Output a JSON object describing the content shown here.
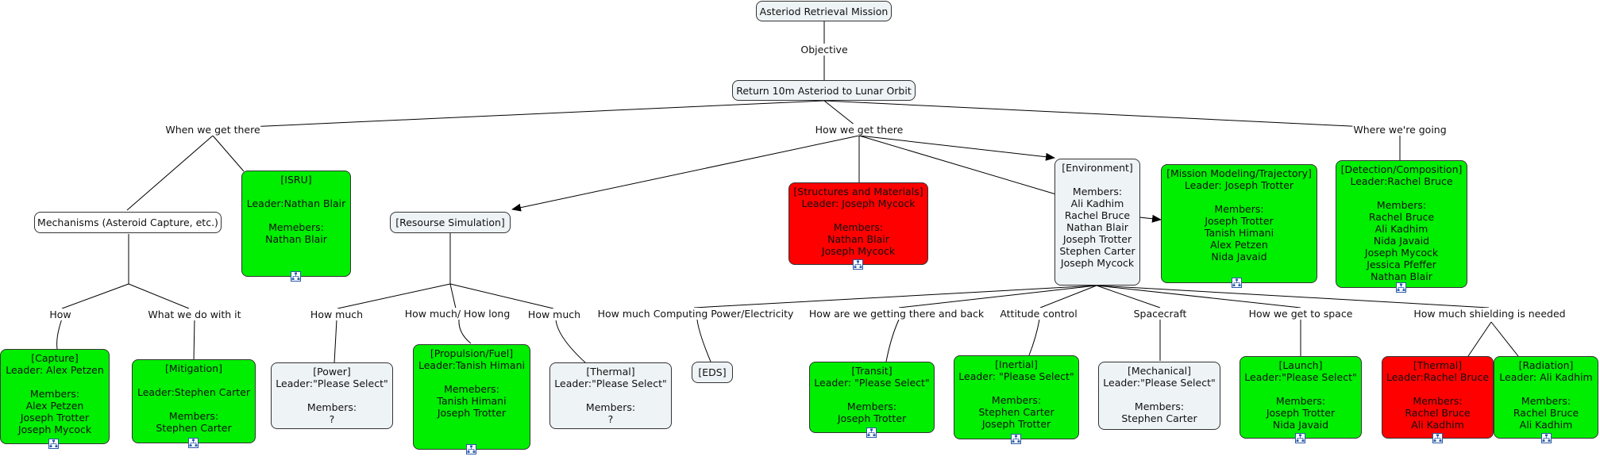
{
  "nodes": {
    "root": "Asteriod Retrieval Mission",
    "objective": "Return 10m Asteriod to Lunar Orbit",
    "mechanisms": "Mechanisms (Asteroid Capture, etc.)",
    "isru": "[ISRU]\n\nLeader:Nathan Blair\n\nMemebers:\nNathan Blair",
    "resource_sim": "[Resourse Simulation]",
    "structures": "[Structures and Materials]\nLeader: Joseph Mycock\n\nMembers:\nNathan Blair\nJoseph Mycock",
    "environment": "[Environment]\n\nMembers:\nAli Kadhim\nRachel Bruce\nNathan Blair\nJoseph Trotter\nStephen Carter\nJoseph Mycock",
    "mission_modeling": "[Mission Modeling/Trajectory]\nLeader: Joseph Trotter\n\nMembers:\nJoseph Trotter\nTanish Himani\nAlex Petzen\nNida Javaid",
    "detection": "[Detection/Composition]\nLeader:Rachel Bruce\n\nMembers:\nRachel Bruce\nAli Kadhim\nNida Javaid\nJoseph Mycock\nJessica Pfeffer\nNathan Blair",
    "capture": "[Capture]\nLeader: Alex Petzen\n\nMembers:\nAlex Petzen\nJoseph Trotter\nJoseph Mycock",
    "mitigation": "[Mitigation]\n\nLeader:Stephen Carter\n\nMembers:\nStephen Carter",
    "power": "[Power]\nLeader:\"Please Select\"\n\nMembers:\n?",
    "propulsion": "[Propulsion/Fuel]\nLeader:Tanish Himani\n\nMemebers:\nTanish Himani\nJoseph Trotter",
    "thermal_res": "[Thermal]\nLeader:\"Please Select\"\n\nMembers:\n?",
    "eds": "[EDS]",
    "transit": "[Transit]\nLeader: \"Please Select\"\n\nMembers:\nJoseph Trotter",
    "inertial": "[Inertial]\nLeader: \"Please Select\"\n\nMembers:\nStephen Carter\nJoseph Trotter",
    "mechanical": "[Mechanical]\nLeader:\"Please Select\"\n\nMembers:\nStephen Carter",
    "launch": "[Launch]\nLeader:\"Please Select\"\n\nMembers:\nJoseph Trotter\nNida Javaid",
    "thermal_env": "[Thermal]\nLeader:Rachel Bruce\n\nMembers:\nRachel Bruce\nAli Kadhim",
    "radiation": "[Radiation]\nLeader: Ali Kadhim\n\nMembers:\nRachel Bruce\nAli Kadhim"
  },
  "links": {
    "objective": "Objective",
    "when": "When we get there",
    "how": "How we get there",
    "where": "Where we're going",
    "how_cap": "How",
    "what_do": "What we do with it",
    "how_much_1": "How much",
    "how_much_long": "How much/ How long",
    "how_much_2": "How much",
    "computing": "How much Computing Power/Electricity",
    "getting_back": "How are we getting there and back",
    "attitude": "Attitude control",
    "spacecraft": "Spacecraft",
    "to_space": "How we get to space",
    "shielding": "How much shielding is needed"
  },
  "colors": {
    "gray_node": "#eef3f6",
    "green_node": "#00ee00",
    "red_node": "#ff0000",
    "line": "#000000",
    "icon_border": "#2b5aa8"
  },
  "icon_names": [
    "concept-map-icon"
  ]
}
